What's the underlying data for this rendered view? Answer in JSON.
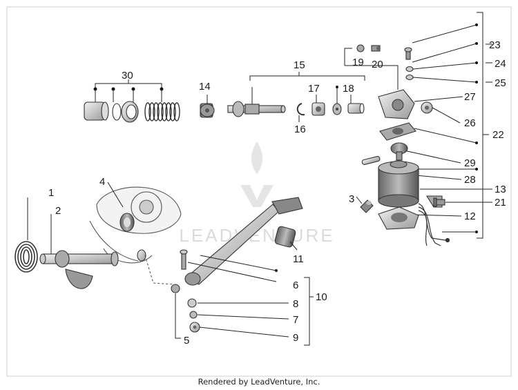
{
  "diagram": {
    "callouts": [
      "1",
      "2",
      "3",
      "4",
      "5",
      "6",
      "7",
      "8",
      "9",
      "10",
      "11",
      "12",
      "13",
      "14",
      "15",
      "16",
      "17",
      "18",
      "19",
      "20",
      "21",
      "22",
      "23",
      "24",
      "25",
      "26",
      "27",
      "28",
      "29",
      "30"
    ],
    "watermark": "LEADVENTURE",
    "footer": "Rendered by LeadVenture, Inc."
  }
}
